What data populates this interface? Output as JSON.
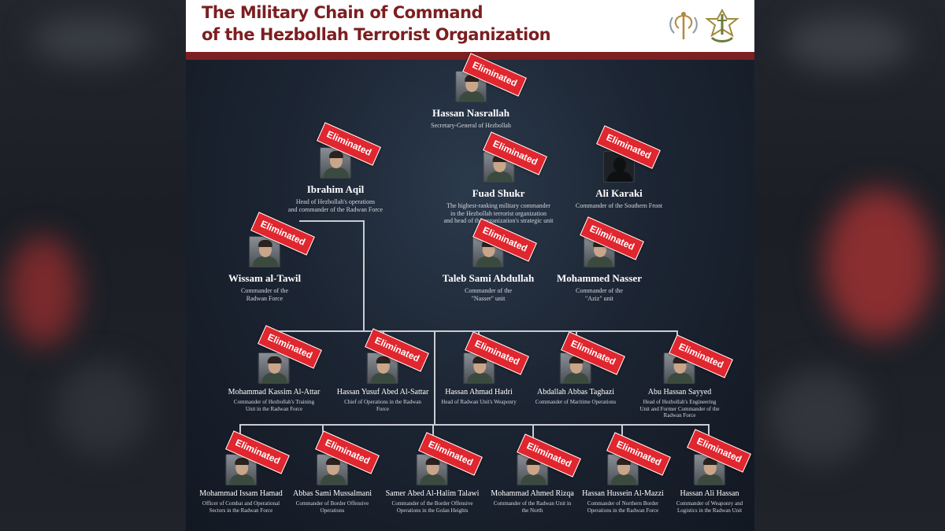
{
  "header": {
    "title_line1": "The Military Chain of Command",
    "title_line2": "of the Hezbollah Terrorist Organization"
  },
  "stamp_label": "Eliminated",
  "colors": {
    "title": "#7b1f21",
    "stamp": "#e0262e",
    "line": "#c9cdd3"
  },
  "people": {
    "nasrallah": {
      "name": "Hassan Nasrallah",
      "role": [
        "Secretary-General of Hezbollah"
      ]
    },
    "aqil": {
      "name": "Ibrahim Aqil",
      "role": [
        "Head of Hezbollah's operations",
        "and commander of the Radwan Force"
      ]
    },
    "shukr": {
      "name": "Fuad Shukr",
      "role": [
        "The highest-ranking military commander",
        "in the Hezbollah terrorist organization",
        "and head of the organization's strategic unit"
      ]
    },
    "karaki": {
      "name": "Ali Karaki",
      "role": [
        "Commander of the Southern Front"
      ]
    },
    "tawil": {
      "name": "Wissam al-Tawil",
      "role": [
        "Commander of the",
        "Radwan Force"
      ]
    },
    "abdullah": {
      "name": "Taleb Sami Abdullah",
      "role": [
        "Commander of the",
        "\"Nasser\" unit"
      ]
    },
    "nasser": {
      "name": "Mohammed Nasser",
      "role": [
        "Commander of the",
        "\"Aziz\" unit"
      ]
    },
    "attar": {
      "name": "Mohammad Kassim Al-Attar",
      "role": [
        "Commander of Hezbollah's Training",
        "Unit in the Radwan Force"
      ]
    },
    "sattar": {
      "name": "Hassan Yusuf Abed Al-Sattar",
      "role": [
        "Chief of Operations in the Radwan",
        "Force"
      ]
    },
    "hadri": {
      "name": "Hassan Ahmad Hadri",
      "role": [
        "Head of Radwan Unit's Weaponry"
      ]
    },
    "taghazi": {
      "name": "Abdallah Abbas Taghazi",
      "role": [
        "Commander of Maritime Operations"
      ]
    },
    "sayyed": {
      "name": "Abu Hassan Sayyed",
      "role": [
        "Head of Hezbollah's Engineering",
        "Unit and Former Commander of the",
        "Radwan Force"
      ]
    },
    "hamad": {
      "name": "Mohammad Issam Hamad",
      "role": [
        "Officer of Combat and Operational",
        "Sectors in the Radwan Force"
      ]
    },
    "mussalmani": {
      "name": "Abbas Sami Mussalmani",
      "role": [
        "Commander of Border Offensive",
        "Operations"
      ]
    },
    "talawi": {
      "name": "Samer Abed Al-Halim Talawi",
      "role": [
        "Commander of the Border Offensive",
        "Operations in the Golan Heights"
      ]
    },
    "rizqa": {
      "name": "Mohammad Ahmed Rizqa",
      "role": [
        "Commander of the Radwan Unit in",
        "the North"
      ]
    },
    "mazzi": {
      "name": "Hassan Hussein Al-Mazzi",
      "role": [
        "Commander of Northern Border",
        "Operations in the Radwan Force"
      ]
    },
    "hassan": {
      "name": "Hassan Ali Hassan",
      "role": [
        "Commander of Weaponry and",
        "Logistics in the Radwan Unit"
      ]
    }
  }
}
